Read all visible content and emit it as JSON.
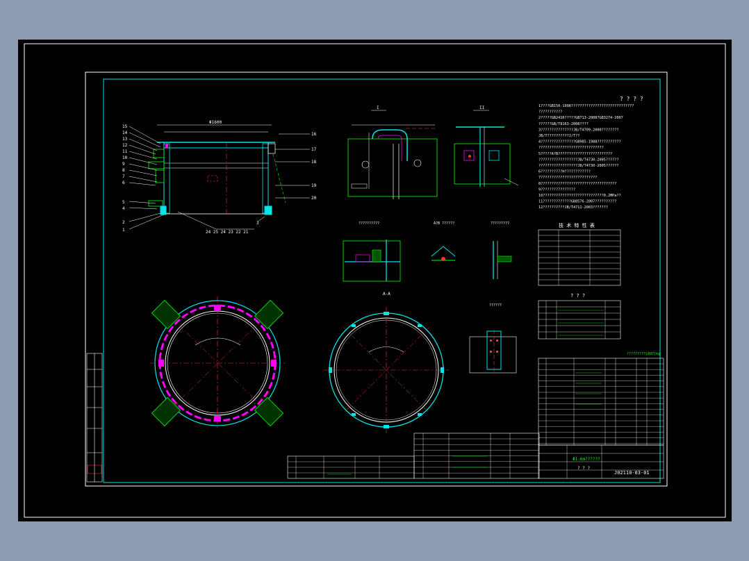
{
  "drawing": {
    "drawing_number": "J02110-03-01",
    "title_text": "Φ1.6m??????",
    "title_sub": "? ? ?",
    "tech_req_title": "? ? ? ?",
    "tech_req_lines": [
      "1????GB150-1998?????????????????????????????",
      "     ???????????",
      "2?????GB241R?????GB713-2008?GB3274-2007",
      "   ??????GB/T8163-2008????",
      "3???????????????JB/T4709-2000????????",
      "   JB/T??????????J/T??",
      "4????????????????GB985-1988???????????",
      "   ??????????????????????????????",
      "5?????A?B?????????????????????????",
      "   ??????????????????JB/T4730-2005??????",
      "   ??????????????????JB/T4730-2005??????",
      "6??????????H????????????",
      "7??????????????????????????",
      "8???????????????????????????????????",
      "9????????????????",
      "10????????????????????????????0.2MPa??",
      "11?????????????GB8576-2007??????????",
      "12??????????JB/T4711-2003???????"
    ],
    "spec_table_title": "技 术 特 性 表",
    "nozzle_table_title": "? ? ?",
    "view_labels": {
      "section_aa": "A-A",
      "detail_i": "I",
      "detail_ii": "II",
      "dim_top": "Φ1600",
      "node_a": "??????????",
      "node_b": "A?B ??????",
      "node_c": "?????????",
      "node_d": "??????"
    },
    "weight_note": "?????????(897)kg"
  }
}
